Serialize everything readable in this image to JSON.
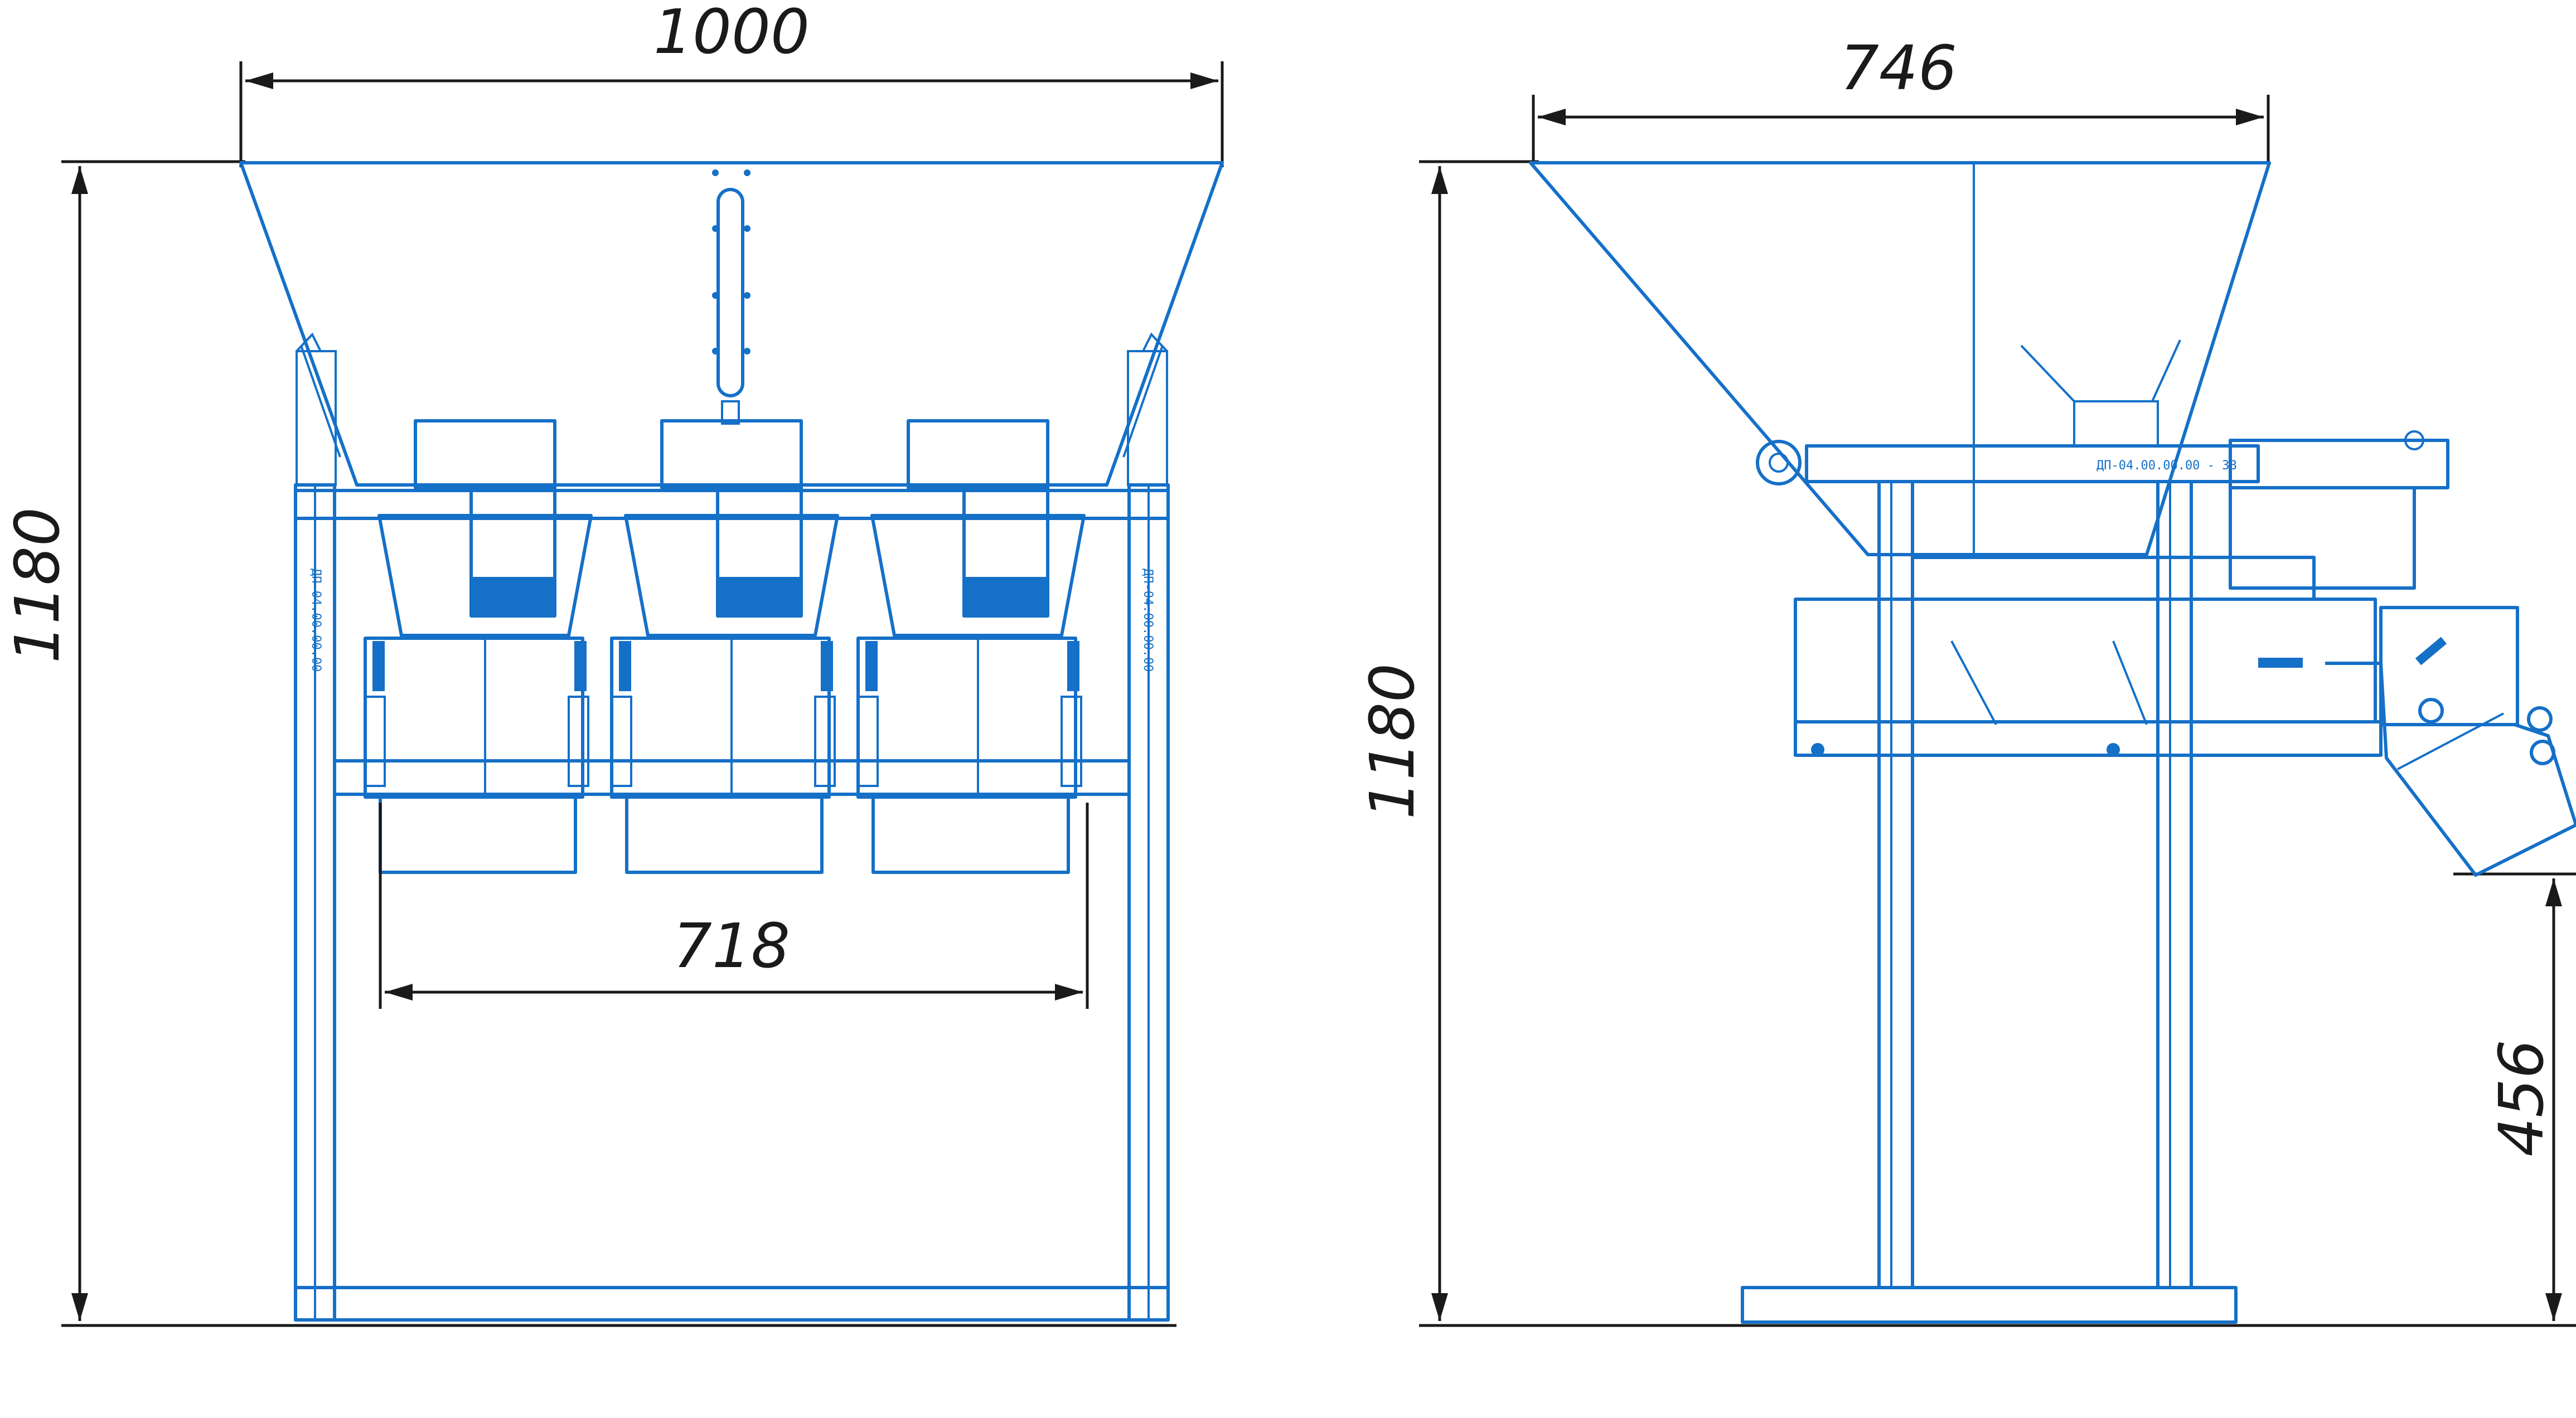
{
  "colors": {
    "accent": "#1570c8",
    "dimension": "#1a1a1a",
    "background": "#ffffff"
  },
  "front_view": {
    "overall_width": "1000",
    "overall_height": "1180",
    "bag_span": "718",
    "frame_label": "ДП-04.00.00.00"
  },
  "side_view": {
    "overall_depth": "746",
    "overall_height": "1180",
    "outlet_height": "456",
    "plate_label": "ДП-04.00.00.00 - 3В"
  }
}
